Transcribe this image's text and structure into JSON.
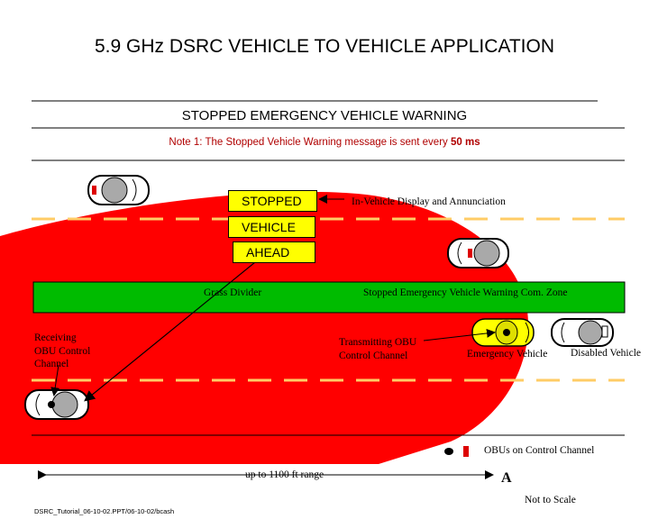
{
  "title": "5.9 GHz DSRC VEHICLE TO VEHICLE APPLICATION",
  "subtitle": "STOPPED EMERGENCY VEHICLE WARNING",
  "note": {
    "prefix": "Note 1: The Stopped Vehicle Warning message is sent every ",
    "value": "50",
    "unit": " ms"
  },
  "display_panel": {
    "line1": "STOPPED",
    "line2": "VEHICLE",
    "line3": "AHEAD",
    "label": "In-Vehicle Display and Annunciation"
  },
  "labels": {
    "grass_divider": "Grass Divider",
    "com_zone": "Stopped Emergency Vehicle Warning Com. Zone",
    "receiving": [
      "Receiving",
      "OBU Control",
      "Channel"
    ],
    "transmitting": [
      "Transmitting OBU",
      "Control Channel"
    ],
    "emergency_vehicle": "Emergency Vehicle",
    "disabled_vehicle": "Disabled Vehicle",
    "legend": "OBUs on Control Channel",
    "range": "up to 1100 ft range",
    "north_arrow": "A",
    "scale": "Not to Scale",
    "footer": "DSRC_Tutorial_06-10-02.PPT/06-10-02/bcash"
  },
  "colors": {
    "zone": "#ff0000",
    "divider": "#00bb00",
    "display": "#ffff00",
    "lane_dash": "#ffcc66",
    "note_text": "#b00000",
    "obu_marker": "#dd0000"
  }
}
